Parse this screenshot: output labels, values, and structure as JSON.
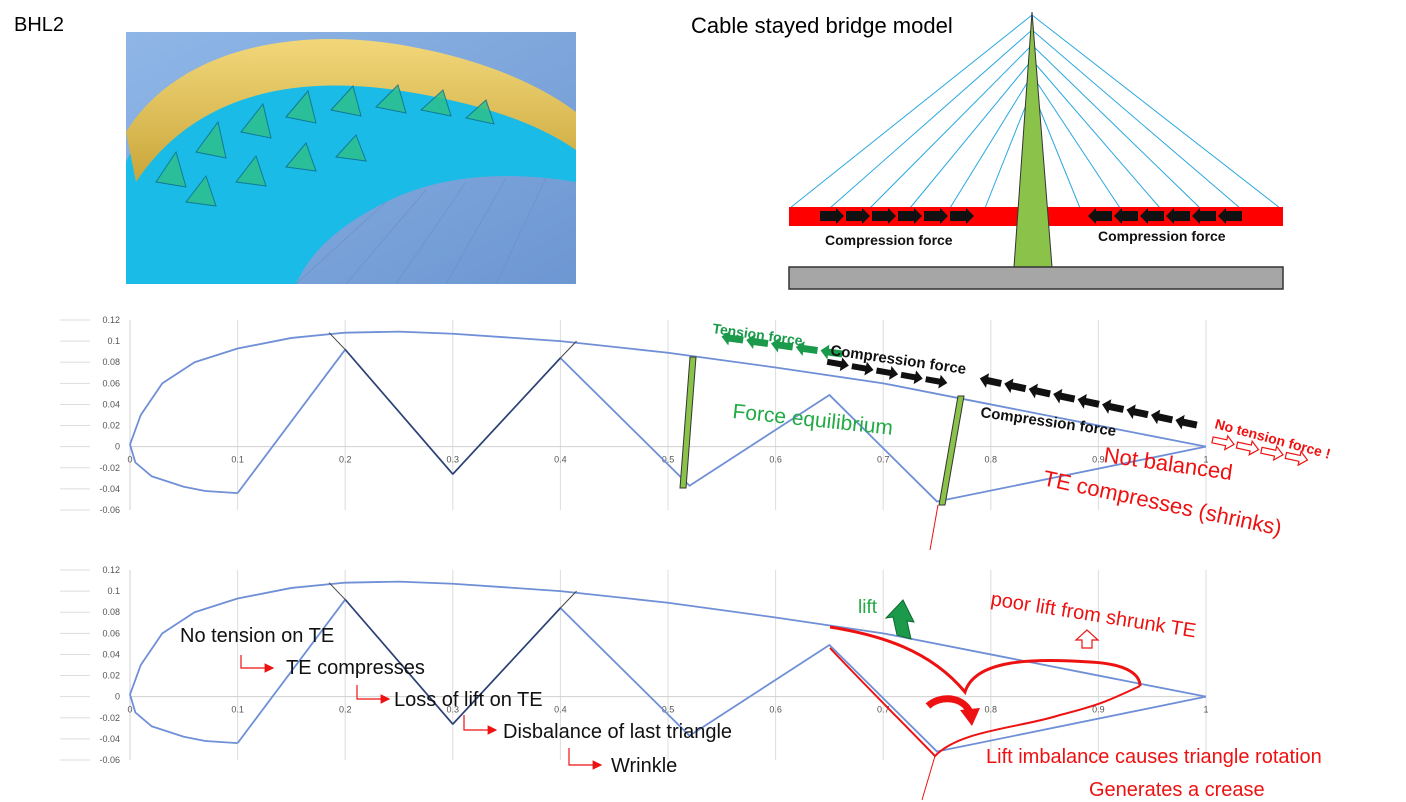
{
  "page_label": "BHL2",
  "bridge": {
    "title": "Cable stayed bridge model",
    "left_label": "Compression force",
    "right_label": "Compression force"
  },
  "colors": {
    "airfoil": "#6f8fd6",
    "truss": "#2e3f6b",
    "red": "#ee1111",
    "green": "#22aa44",
    "deck_red": "#ff0000",
    "pylon_green": "#8bc34a",
    "cable": "#2aa7e0"
  },
  "chart_data": [
    {
      "type": "line",
      "title": "",
      "xlabel": "",
      "ylabel": "",
      "xlim": [
        0,
        1
      ],
      "ylim": [
        -0.06,
        0.12
      ],
      "x_ticks": [
        "0",
        "0.1",
        "0.2",
        "0.3",
        "0.4",
        "0.5",
        "0.6",
        "0.7",
        "0.8",
        "0.9",
        "1"
      ],
      "y_ticks": [
        "0.12",
        "0.1",
        "0.08",
        "0.06",
        "0.04",
        "0.02",
        "0",
        "-0.02",
        "-0.04",
        "-0.06"
      ],
      "series": [
        {
          "x": [
            1,
            0.9,
            0.8,
            0.7,
            0.6,
            0.5,
            0.4,
            0.3,
            0.25,
            0.2,
            0.15,
            0.1,
            0.06,
            0.03,
            0.01,
            0,
            0.005,
            0.02,
            0.05,
            0.07,
            0.1
          ],
          "y": [
            0,
            0.02,
            0.04,
            0.06,
            0.075,
            0.089,
            0.1,
            0.107,
            0.109,
            0.108,
            0.103,
            0.093,
            0.08,
            0.06,
            0.03,
            0.002,
            -0.015,
            -0.028,
            -0.038,
            -0.042,
            -0.044
          ]
        },
        {
          "x": [
            0.1,
            0.2,
            0.3,
            0.4,
            0.52,
            0.65,
            0.75,
            1
          ],
          "y": [
            -0.044,
            0.092,
            -0.026,
            0.084,
            -0.037,
            0.049,
            -0.052,
            0
          ]
        }
      ]
    },
    {
      "type": "line",
      "title": "",
      "xlabel": "",
      "ylabel": "",
      "xlim": [
        0,
        1
      ],
      "ylim": [
        -0.06,
        0.12
      ],
      "x_ticks": [
        "0",
        "0.1",
        "0.2",
        "0.3",
        "0.4",
        "0.5",
        "0.6",
        "0.7",
        "0.8",
        "0.9",
        "1"
      ],
      "y_ticks": [
        "0.12",
        "0.1",
        "0.08",
        "0.06",
        "0.04",
        "0.02",
        "0",
        "-0.02",
        "-0.04",
        "-0.06"
      ],
      "series": [
        {
          "x": [
            1,
            0.9,
            0.8,
            0.7,
            0.6,
            0.5,
            0.4,
            0.3,
            0.25,
            0.2,
            0.15,
            0.1,
            0.06,
            0.03,
            0.01,
            0,
            0.005,
            0.02,
            0.05,
            0.07,
            0.1
          ],
          "y": [
            0,
            0.02,
            0.04,
            0.06,
            0.075,
            0.089,
            0.1,
            0.107,
            0.109,
            0.108,
            0.103,
            0.093,
            0.08,
            0.06,
            0.03,
            0.002,
            -0.015,
            -0.028,
            -0.038,
            -0.042,
            -0.044
          ]
        },
        {
          "x": [
            0.1,
            0.2,
            0.3,
            0.4,
            0.52,
            0.65,
            0.75,
            1
          ],
          "y": [
            -0.044,
            0.092,
            -0.026,
            0.084,
            -0.037,
            0.049,
            -0.052,
            0
          ]
        }
      ]
    }
  ],
  "chart1_annotations": {
    "tension_force": "Tension force",
    "compression_force_upper": "Compression force",
    "compression_force_lower": "Compression force",
    "force_equilibrium": "Force equilibrium",
    "no_tension": "No tension force !",
    "not_balanced": "Not  balanced",
    "te_compresses": "TE compresses (shrinks)"
  },
  "chart2_annotations": {
    "lift": "lift",
    "poor_lift": "poor lift from shrunk TE",
    "chain": [
      "No tension on TE",
      "TE compresses",
      "Loss of lift on TE",
      "Disbalance of last triangle",
      "Wrinkle"
    ],
    "imbalance": "Lift imbalance causes triangle rotation",
    "crease": "Generates a crease"
  }
}
